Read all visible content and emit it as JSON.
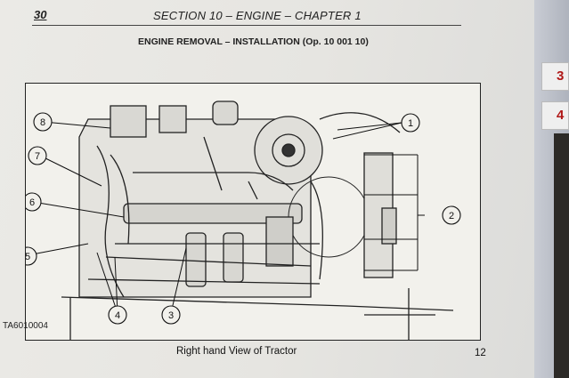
{
  "header": {
    "page_number": "30",
    "section_title": "SECTION 10 – ENGINE – CHAPTER 1"
  },
  "subtitle": "ENGINE REMOVAL – INSTALLATION (Op. 10 001 10)",
  "figure": {
    "code": "TA6010004",
    "callouts": [
      "1",
      "2",
      "3",
      "4",
      "5",
      "6",
      "7",
      "8"
    ]
  },
  "caption": "Right hand View of Tractor",
  "footer_page_number": "12",
  "tabs": [
    "3",
    "4"
  ],
  "colors": {
    "page": "#e9e8e4",
    "ink": "#222222",
    "tab_text": "#b01818"
  }
}
